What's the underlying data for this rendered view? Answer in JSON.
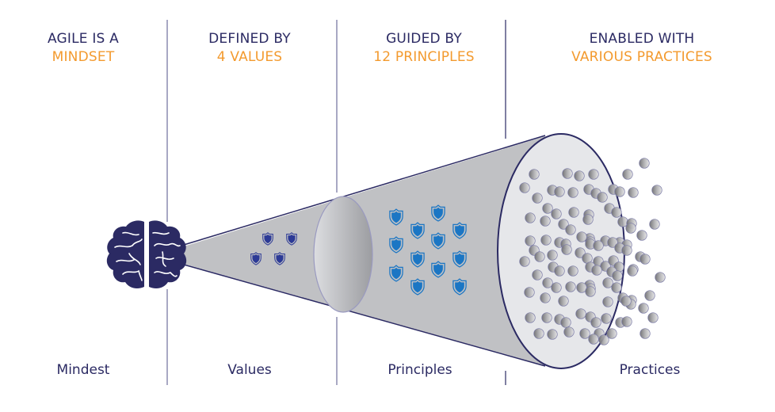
{
  "colors": {
    "navy": "#2b2a63",
    "orange": "#f39a2e",
    "cone_gray": "#c0c1c4",
    "shield_dark": "#2c3a96",
    "shield_blue": "#1b76c4",
    "face_light": "#e6e7ea"
  },
  "columns": [
    {
      "id": "mindset",
      "heading_line1": "AGILE IS A",
      "heading_line2": "MINDSET",
      "footer": "Mindest"
    },
    {
      "id": "values",
      "heading_line1": "DEFINED BY",
      "heading_line2": "4 VALUES",
      "footer": "Values"
    },
    {
      "id": "principles",
      "heading_line1": "GUIDED BY",
      "heading_line2": "12 PRINCIPLES",
      "footer": "Principles"
    },
    {
      "id": "practices",
      "heading_line1": "ENABLED WITH",
      "heading_line2": "VARIOUS PRACTICES",
      "footer": "Practices"
    }
  ],
  "icons": {
    "mindset": "brain-icon",
    "values": "shield-icon",
    "principles": "shield-icon",
    "practices": "sphere-icon"
  },
  "counts": {
    "values_shields": 4,
    "principles_shields": 12
  }
}
